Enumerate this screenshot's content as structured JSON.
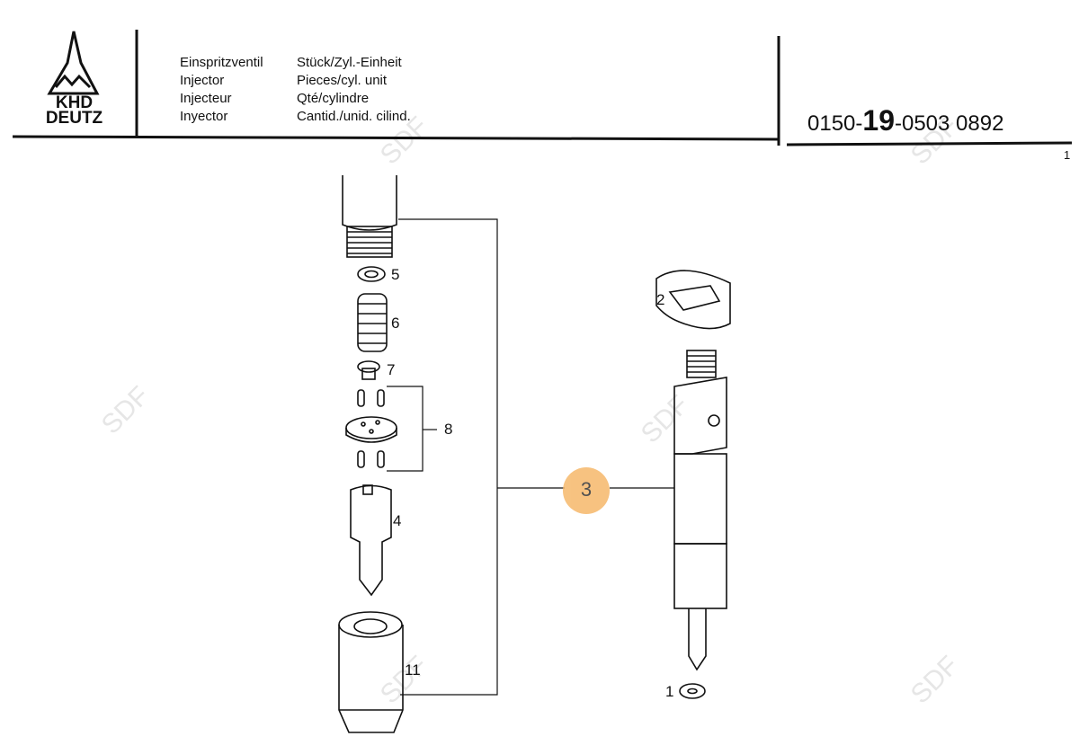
{
  "header": {
    "logo": {
      "line1": "KHD",
      "line2": "DEUTZ"
    },
    "part_names": [
      "Einspritzventil",
      "Injector",
      "Injecteur",
      "Inyector"
    ],
    "unit_labels": [
      "Stück/Zyl.-Einheit",
      "Pieces/cyl. unit",
      "Qté/cylindre",
      "Cantid./unid. cilind."
    ],
    "doc_number": {
      "prefix": "0150-",
      "group": "19",
      "suffix": "-0503 0892"
    },
    "page": "1"
  },
  "callouts": [
    "1",
    "2",
    "3",
    "4",
    "5",
    "6",
    "7",
    "8",
    "11"
  ],
  "highlighted_callout": "3",
  "colors": {
    "highlight": "#f6b86b",
    "ink": "#111111"
  },
  "watermark": "SDF"
}
